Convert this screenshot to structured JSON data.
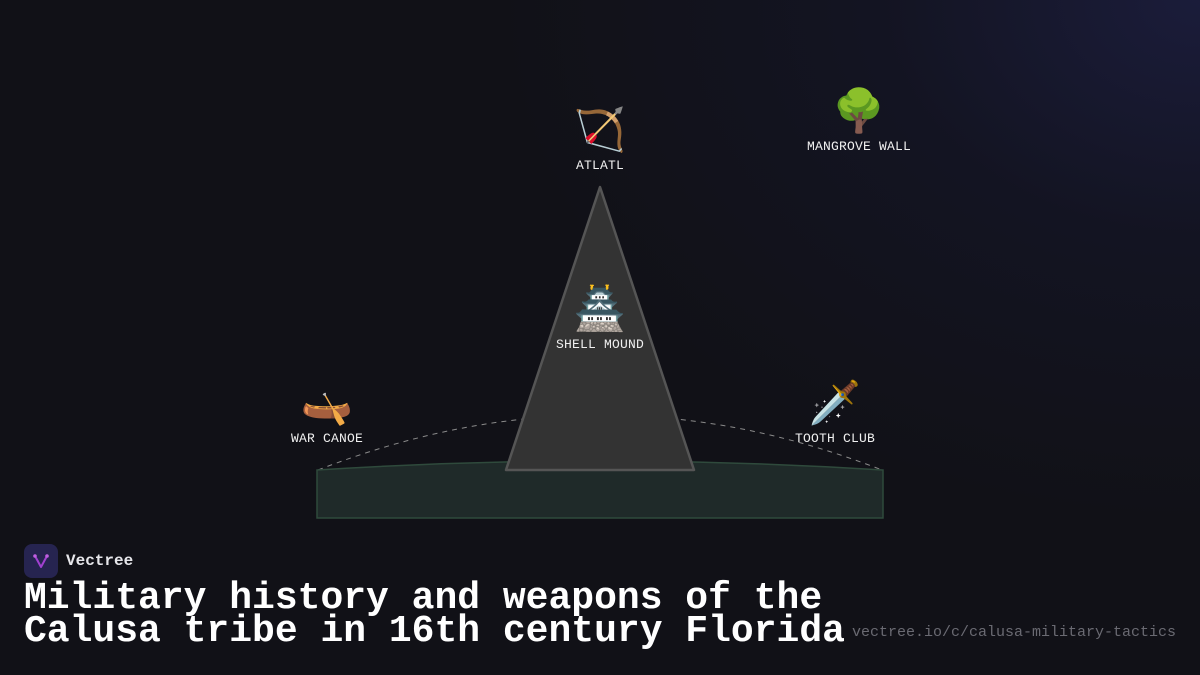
{
  "diagram": {
    "nodes": [
      {
        "id": "atlatl",
        "label": "ATLATL",
        "icon": "bow-and-arrow-icon",
        "glyph": "🏹"
      },
      {
        "id": "mangrove-wall",
        "label": "MANGROVE WALL",
        "icon": "tree-icon",
        "glyph": "🌳"
      },
      {
        "id": "shell-mound",
        "label": "SHELL MOUND",
        "icon": "castle-icon",
        "glyph": "🏯"
      },
      {
        "id": "war-canoe",
        "label": "WAR CANOE",
        "icon": "canoe-icon",
        "glyph": "🛶"
      },
      {
        "id": "tooth-club",
        "label": "TOOTH CLUB",
        "icon": "dagger-icon",
        "glyph": "🗡️"
      }
    ],
    "colors": {
      "background": "#111117",
      "mound_fill": "#333333",
      "mound_stroke": "#555555",
      "base_fill": "#1f2a29",
      "base_stroke": "#2f4a3c",
      "dashed_arc": "#8a8a8a"
    }
  },
  "footer": {
    "brand_name": "Vectree",
    "title_line1": "Military history and weapons of the",
    "title_line2": "Calusa tribe in 16th century Florida",
    "url": "vectree.io/c/calusa-military-tactics"
  }
}
